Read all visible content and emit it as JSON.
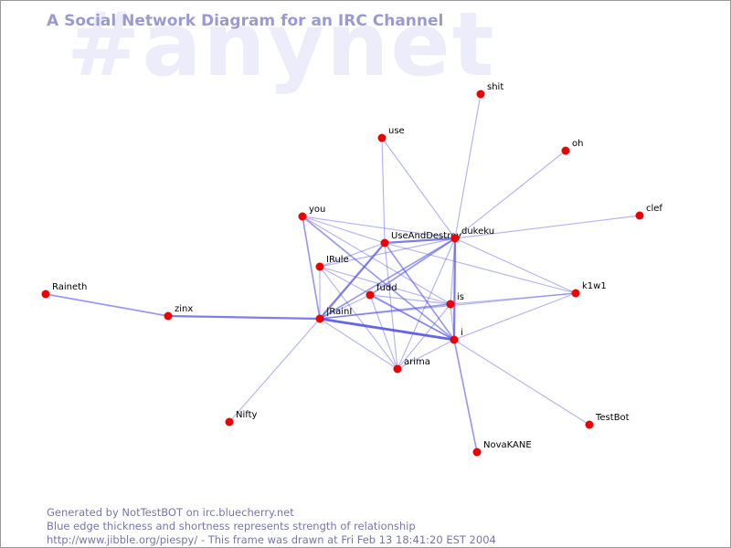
{
  "watermark": "#anynet",
  "title": "A Social Network Diagram for an IRC Channel",
  "colors": {
    "node": "#ee0000",
    "edge": "#5a5ae6",
    "title": "#9a9ad2",
    "watermark": "#ececfb",
    "footer": "#7676aa"
  },
  "nodes": [
    {
      "id": "shit",
      "label": "shit"
    },
    {
      "id": "oh",
      "label": "oh"
    },
    {
      "id": "use",
      "label": "use"
    },
    {
      "id": "clef",
      "label": "clef"
    },
    {
      "id": "you",
      "label": "you"
    },
    {
      "id": "UseAndDestroy",
      "label": "UseAndDestroy"
    },
    {
      "id": "dukeku",
      "label": "dukeku"
    },
    {
      "id": "IRule",
      "label": "IRule"
    },
    {
      "id": "Raineth",
      "label": "Raineth"
    },
    {
      "id": "fudd",
      "label": "fudd"
    },
    {
      "id": "is",
      "label": "is"
    },
    {
      "id": "k1w1",
      "label": "k1w1"
    },
    {
      "id": "zinx",
      "label": "zinx"
    },
    {
      "id": "IRainI",
      "label": "|RainI"
    },
    {
      "id": "i",
      "label": "i"
    },
    {
      "id": "arima",
      "label": "arima"
    },
    {
      "id": "Nifty",
      "label": "Nifty"
    },
    {
      "id": "TestBot",
      "label": "TestBot"
    },
    {
      "id": "NovaKANE",
      "label": "NovaKANE"
    }
  ],
  "edges": [
    {
      "source": "Raineth",
      "target": "zinx",
      "weight": 2
    },
    {
      "source": "zinx",
      "target": "IRainI",
      "weight": 3
    },
    {
      "source": "IRainI",
      "target": "i",
      "weight": 4
    },
    {
      "source": "IRainI",
      "target": "UseAndDestroy",
      "weight": 3
    },
    {
      "source": "IRainI",
      "target": "dukeku",
      "weight": 2
    },
    {
      "source": "IRainI",
      "target": "you",
      "weight": 2
    },
    {
      "source": "IRainI",
      "target": "IRule",
      "weight": 1
    },
    {
      "source": "IRainI",
      "target": "fudd",
      "weight": 1
    },
    {
      "source": "IRainI",
      "target": "is",
      "weight": 2
    },
    {
      "source": "IRainI",
      "target": "k1w1",
      "weight": 1
    },
    {
      "source": "IRainI",
      "target": "arima",
      "weight": 1
    },
    {
      "source": "IRainI",
      "target": "Nifty",
      "weight": 1
    },
    {
      "source": "you",
      "target": "i",
      "weight": 2
    },
    {
      "source": "you",
      "target": "UseAndDestroy",
      "weight": 1
    },
    {
      "source": "you",
      "target": "dukeku",
      "weight": 1
    },
    {
      "source": "you",
      "target": "is",
      "weight": 1
    },
    {
      "source": "UseAndDestroy",
      "target": "dukeku",
      "weight": 3
    },
    {
      "source": "UseAndDestroy",
      "target": "i",
      "weight": 2
    },
    {
      "source": "UseAndDestroy",
      "target": "IRule",
      "weight": 1
    },
    {
      "source": "UseAndDestroy",
      "target": "k1w1",
      "weight": 1
    },
    {
      "source": "UseAndDestroy",
      "target": "arima",
      "weight": 1
    },
    {
      "source": "dukeku",
      "target": "i",
      "weight": 3
    },
    {
      "source": "dukeku",
      "target": "use",
      "weight": 1
    },
    {
      "source": "dukeku",
      "target": "shit",
      "weight": 1
    },
    {
      "source": "dukeku",
      "target": "oh",
      "weight": 1
    },
    {
      "source": "dukeku",
      "target": "clef",
      "weight": 1
    },
    {
      "source": "dukeku",
      "target": "IRule",
      "weight": 1
    },
    {
      "source": "dukeku",
      "target": "fudd",
      "weight": 2
    },
    {
      "source": "dukeku",
      "target": "is",
      "weight": 1
    },
    {
      "source": "dukeku",
      "target": "arima",
      "weight": 1
    },
    {
      "source": "dukeku",
      "target": "k1w1",
      "weight": 1
    },
    {
      "source": "use",
      "target": "UseAndDestroy",
      "weight": 1
    },
    {
      "source": "IRule",
      "target": "i",
      "weight": 1
    },
    {
      "source": "IRule",
      "target": "is",
      "weight": 1
    },
    {
      "source": "IRule",
      "target": "arima",
      "weight": 1
    },
    {
      "source": "fudd",
      "target": "i",
      "weight": 2
    },
    {
      "source": "fudd",
      "target": "is",
      "weight": 1
    },
    {
      "source": "fudd",
      "target": "arima",
      "weight": 1
    },
    {
      "source": "is",
      "target": "i",
      "weight": 1
    },
    {
      "source": "is",
      "target": "k1w1",
      "weight": 1
    },
    {
      "source": "is",
      "target": "arima",
      "weight": 1
    },
    {
      "source": "i",
      "target": "k1w1",
      "weight": 1
    },
    {
      "source": "i",
      "target": "arima",
      "weight": 1
    },
    {
      "source": "i",
      "target": "TestBot",
      "weight": 1
    },
    {
      "source": "i",
      "target": "NovaKANE",
      "weight": 2
    }
  ],
  "footer": {
    "line1": "Generated by NotTestBOT on irc.bluecherry.net",
    "line2": "Blue edge thickness and shortness represents strength of relationship",
    "line3": "http://www.jibble.org/piespy/ - This frame was drawn at Fri Feb 13 18:41:20 EST 2004"
  }
}
